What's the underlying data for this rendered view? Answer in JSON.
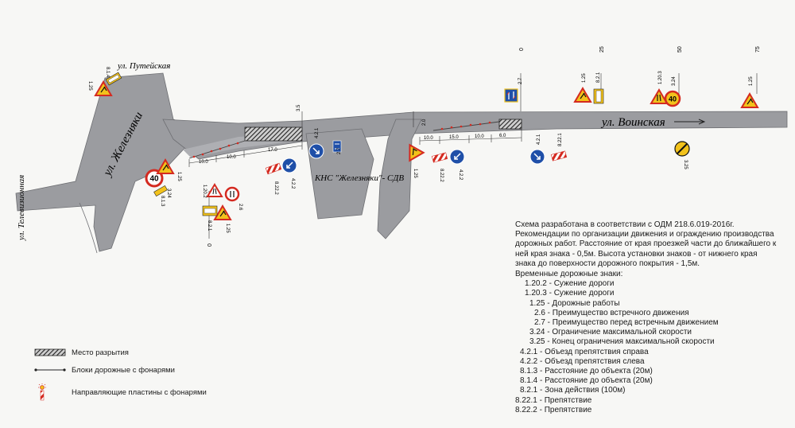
{
  "streets": {
    "puteyskaya": "ул. Путейская",
    "zheleznyaki": "ул. Железняки",
    "televizionnaya": "ул. Телевизионная",
    "voinskaya": "ул. Воинская"
  },
  "facility": "КНС \"Железняки\"- СДВ",
  "chainage": [
    "0",
    "25",
    "50",
    "75"
  ],
  "dims_left": [
    "10.0",
    "10.0",
    "17.0"
  ],
  "dims_right": [
    "10.0",
    "15.0",
    "10.0",
    "6.0"
  ],
  "dim_width_left": "3.5",
  "dim_width_right": "2.0",
  "sign_codes": {
    "c1_25": "1.25",
    "c8_1_4": "8.1.4",
    "c1_25b": "1.25",
    "c3_24": "3.24",
    "c8_1_3": "8.1.3",
    "c1_20_2": "1.20.2",
    "c2_6": "2.6",
    "c8_2_1": "8.2.1",
    "c1_25c": "1.25",
    "c0": "0",
    "c8_22_2": "8.22.2",
    "c4_2_2": "4.2.2",
    "c4_2_1": "4.2.1",
    "c2_7": "2.7",
    "c1_25d": "1.25",
    "c8_22_2b": "8.22.2",
    "c4_2_2b": "4.2.2",
    "c4_2_1b": "4.2.1",
    "c8_22_1": "8.22.1",
    "c2_7b": "2.7",
    "c1_25e": "1.25",
    "c8_2_1b": "8.2.1",
    "c1_20_3": "1.20.3",
    "c3_24b": "3.24",
    "c3_25": "3.25",
    "c1_25f": "1.25"
  },
  "speed_limit": "40",
  "notes": {
    "intro": "Схема разработана в соответствии с ОДМ 218.6.019-2016г.\nРекомендации по организации движения и ограждению производства\nдорожных работ. Расстояние от края проезжей части до ближайшего к\nней края знака - 0,5м. Высота установки знаков - от нижнего края\nзнака до поверхности дорожного покрытия - 1,5м.",
    "subtitle": "Временные дорожные знаки:",
    "signs": [
      "1.20.2 - Сужение дороги",
      "1.20.3 - Сужение дороги",
      "1.25 - Дорожные работы",
      "2.6 - Преимущество встречного движения",
      "2.7 - Преимущество перед встречным движением",
      "3.24 - Ограничение максимальной скорости",
      "3.25 - Конец ограничения максимальной скорости",
      "4.2.1 - Объезд препятствия справа",
      "4.2.2 - Объезд препятствия слева",
      "8.1.3 - Расстояние до объекта (20м)",
      "8.1.4 - Расстояние до объекта (20м)",
      "8.2.1 - Зона действия (100м)",
      "8.22.1 - Препятствие",
      "8.22.2 - Препятствие"
    ],
    "indents": [
      12,
      12,
      18,
      24,
      24,
      18,
      18,
      6,
      6,
      6,
      6,
      6,
      0,
      0
    ]
  },
  "legend": {
    "excavation": "Место разрытия",
    "blocks": "Блоки дорожные с фонарями",
    "plates": "Направляющие пластины с фонарями"
  },
  "colors": {
    "road": "#9b9ca0",
    "road_edge": "#6d6e72",
    "sign_red": "#d42a20",
    "sign_yellow": "#f2c21b",
    "sign_blue": "#1f4fa8",
    "hatch": "#222222"
  }
}
